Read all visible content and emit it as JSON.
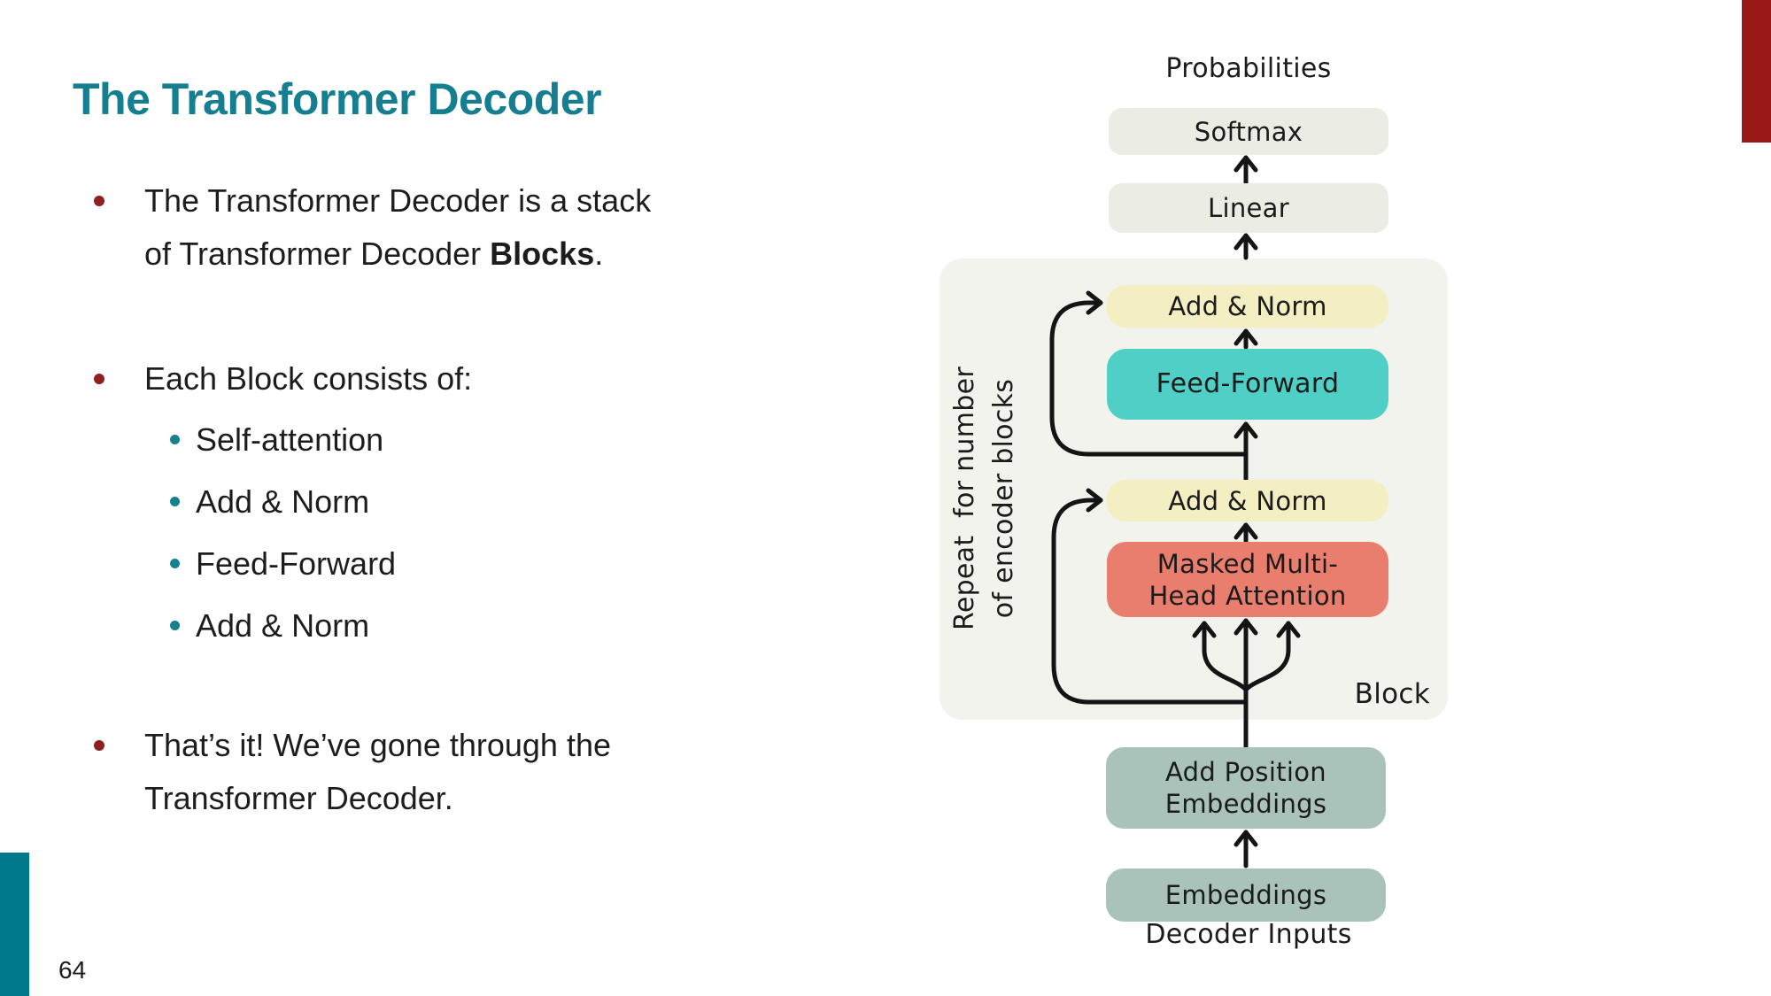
{
  "slide": {
    "title": "The Transformer Decoder",
    "page_number": "64",
    "bullet_1": {
      "line1": "The Transformer Decoder is a stack",
      "line2_pre": "of Transformer Decoder ",
      "line2_bold": "Blocks",
      "line2_post": "."
    },
    "bullet_2": "Each Block consists of:",
    "sub_bullets": [
      "Self-attention",
      "Add & Norm",
      "Feed-Forward",
      "Add & Norm"
    ],
    "bullet_3": {
      "line1": "That’s it! We’ve gone through the",
      "line2": "Transformer Decoder."
    }
  },
  "diagram": {
    "probabilities_label": "Probabilities",
    "softmax": "Softmax",
    "linear": "Linear",
    "add_norm_1": "Add & Norm",
    "feed_forward": "Feed-Forward",
    "add_norm_2": "Add & Norm",
    "masked_mha": "Masked Multi-\nHead Attention",
    "block_label": "Block",
    "repeat_label": "Repeat  for number\nof encoder blocks",
    "add_position_embeddings": "Add Position\nEmbeddings",
    "embeddings": "Embeddings",
    "decoder_inputs_label": "Decoder Inputs",
    "colors": {
      "panel": "#F2F3ED",
      "gray_box": "#EBEDE4",
      "yellow_box": "#F4EFC3",
      "teal_box": "#4FCFC6",
      "red_box": "#E97D6E",
      "sage_box": "#A9C3BA",
      "arrow": "#141414"
    }
  },
  "theme": {
    "title_color": "#157E90",
    "bullet_marker_color": "#8E2022",
    "sub_bullet_marker_color": "#17808F",
    "accent_bar_red": "#9A1A1A",
    "accent_bar_teal": "#00798C",
    "text_color": "#1D1D1D"
  }
}
